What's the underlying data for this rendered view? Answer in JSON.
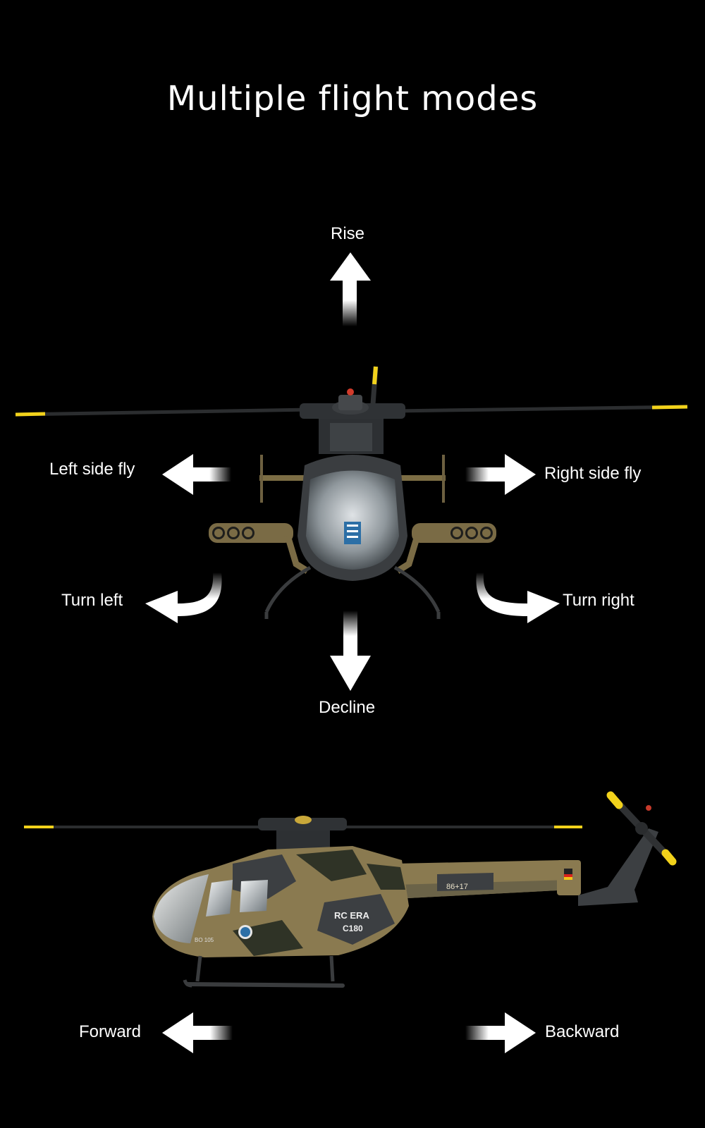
{
  "title": "Multiple flight modes",
  "labels": {
    "rise": "Rise",
    "decline": "Decline",
    "left_side_fly": "Left side fly",
    "right_side_fly": "Right side fly",
    "turn_left": "Turn left",
    "turn_right": "Turn right",
    "forward": "Forward",
    "backward": "Backward"
  },
  "side_markings": {
    "brand": "RC ERA",
    "model": "C180",
    "nose": "BO 105",
    "tail_number": "86+17"
  },
  "colors": {
    "background": "#000000",
    "text": "#ffffff",
    "blade_tip": "#f2d21b",
    "camo_tan": "#8a7a50",
    "camo_dark": "#2f3326",
    "body_grey": "#3c3f42"
  }
}
